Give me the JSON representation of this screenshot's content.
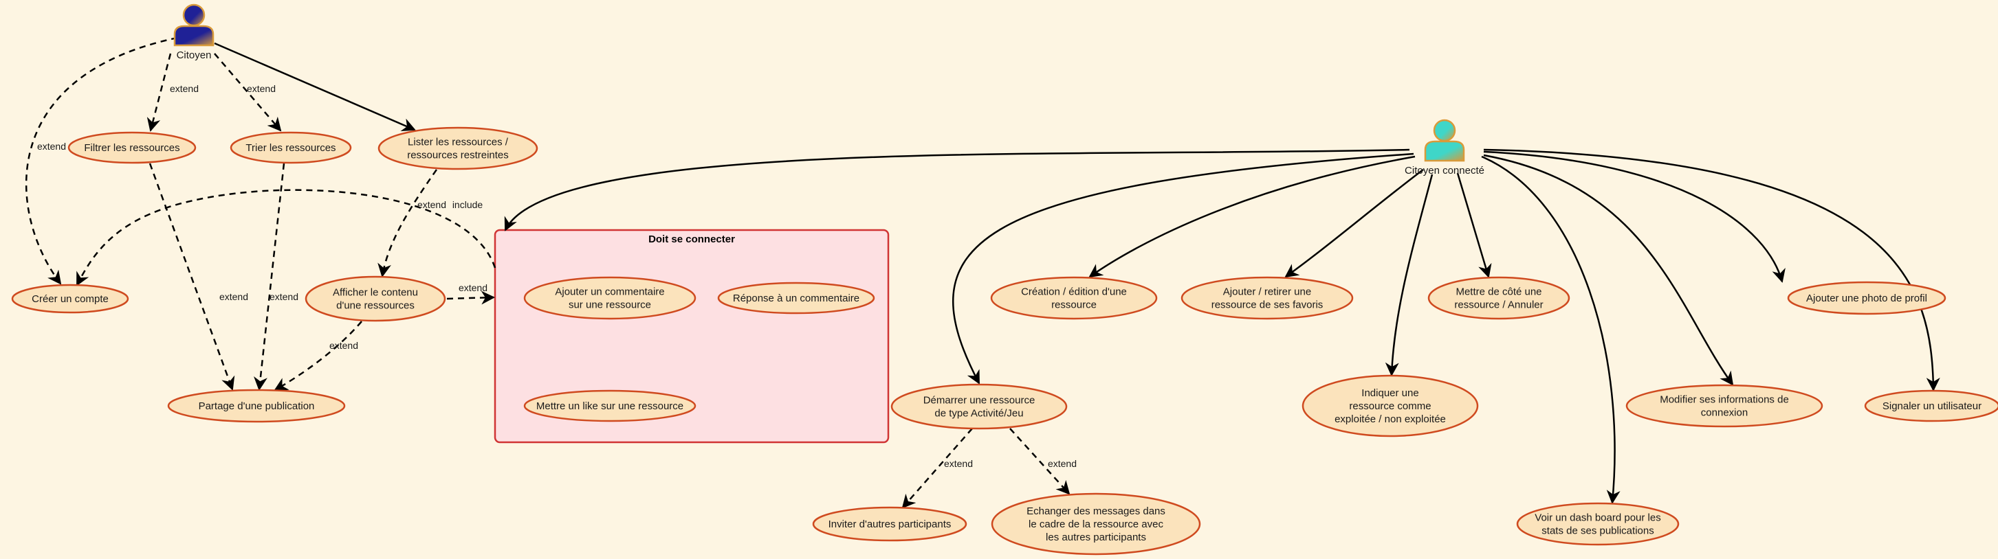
{
  "actors": [
    {
      "id": "citoyen",
      "label": "Citoyen",
      "icon": "person-icon",
      "body_color": "#1f2196",
      "accent_color": "#d89a3a"
    },
    {
      "id": "citoyen_connecte",
      "label": "Citoyen connecté",
      "icon": "person-icon",
      "body_color": "#3fd6c8",
      "accent_color": "#d89a3a"
    }
  ],
  "package": {
    "id": "doit_se_connecter",
    "title": "Doit se connecter",
    "fill": "#fde0e2",
    "stroke": "#d03434"
  },
  "usecase_style": {
    "fill": "#fbe3bc",
    "stroke": "#cf4a1f"
  },
  "usecases": [
    {
      "id": "filtrer",
      "lines": [
        "Filtrer les ressources"
      ]
    },
    {
      "id": "trier",
      "lines": [
        "Trier les ressources"
      ]
    },
    {
      "id": "lister",
      "lines": [
        "Lister les ressources /",
        "ressources restreintes"
      ]
    },
    {
      "id": "creer_compte",
      "lines": [
        "Créer un compte"
      ]
    },
    {
      "id": "afficher",
      "lines": [
        "Afficher le contenu",
        "d'une ressources"
      ]
    },
    {
      "id": "partage",
      "lines": [
        "Partage d'une publication"
      ]
    },
    {
      "id": "ajouter_commentaire",
      "lines": [
        "Ajouter un commentaire",
        "sur une ressource"
      ]
    },
    {
      "id": "reponse",
      "lines": [
        "Réponse à un commentaire"
      ]
    },
    {
      "id": "like",
      "lines": [
        "Mettre un like sur une ressource"
      ]
    },
    {
      "id": "demarrer",
      "lines": [
        "Démarrer une ressource",
        "de type Activité/Jeu"
      ]
    },
    {
      "id": "inviter",
      "lines": [
        "Inviter d'autres participants"
      ]
    },
    {
      "id": "echanger",
      "lines": [
        "Echanger des messages dans",
        "le cadre de la ressource avec",
        "les autres participants"
      ]
    },
    {
      "id": "creation",
      "lines": [
        "Création / édition d'une",
        "ressource"
      ]
    },
    {
      "id": "favoris",
      "lines": [
        "Ajouter / retirer une",
        "ressource de ses favoris"
      ]
    },
    {
      "id": "mettre_cote",
      "lines": [
        "Mettre de côté une",
        "ressource / Annuler"
      ]
    },
    {
      "id": "indiquer",
      "lines": [
        "Indiquer une",
        "ressource comme",
        "exploitée / non exploitée"
      ]
    },
    {
      "id": "dashboard",
      "lines": [
        "Voir un dash board pour les",
        "stats de ses publications"
      ]
    },
    {
      "id": "modifier",
      "lines": [
        "Modifier ses informations de",
        "connexion"
      ]
    },
    {
      "id": "photo",
      "lines": [
        "Ajouter une photo de profil"
      ]
    },
    {
      "id": "signaler",
      "lines": [
        "Signaler un utilisateur"
      ]
    }
  ],
  "relations": [
    {
      "from": "citoyen",
      "to": "filtrer",
      "style": "dashed",
      "label": "extend"
    },
    {
      "from": "citoyen",
      "to": "trier",
      "style": "dashed",
      "label": "extend"
    },
    {
      "from": "citoyen",
      "to": "creer_compte",
      "style": "dashed",
      "label": "extend"
    },
    {
      "from": "citoyen",
      "to": "lister",
      "style": "solid",
      "label": ""
    },
    {
      "from": "lister",
      "to": "afficher",
      "style": "dashed",
      "label": "extend"
    },
    {
      "from": "filtrer",
      "to": "partage",
      "style": "dashed",
      "label": "extend"
    },
    {
      "from": "trier",
      "to": "partage",
      "style": "dashed",
      "label": "extend"
    },
    {
      "from": "afficher",
      "to": "partage",
      "style": "dashed",
      "label": "extend"
    },
    {
      "from": "afficher",
      "to": "doit_se_connecter",
      "style": "dashed",
      "label": "extend"
    },
    {
      "from": "doit_se_connecter",
      "to": "creer_compte",
      "style": "dashed",
      "label": "include"
    },
    {
      "from": "citoyen_connecte",
      "to": "doit_se_connecter",
      "style": "solid",
      "label": ""
    },
    {
      "from": "citoyen_connecte",
      "to": "demarrer",
      "style": "solid",
      "label": ""
    },
    {
      "from": "citoyen_connecte",
      "to": "creation",
      "style": "solid",
      "label": ""
    },
    {
      "from": "citoyen_connecte",
      "to": "favoris",
      "style": "solid",
      "label": ""
    },
    {
      "from": "citoyen_connecte",
      "to": "mettre_cote",
      "style": "solid",
      "label": ""
    },
    {
      "from": "citoyen_connecte",
      "to": "indiquer",
      "style": "solid",
      "label": ""
    },
    {
      "from": "citoyen_connecte",
      "to": "dashboard",
      "style": "solid",
      "label": ""
    },
    {
      "from": "citoyen_connecte",
      "to": "modifier",
      "style": "solid",
      "label": ""
    },
    {
      "from": "citoyen_connecte",
      "to": "photo",
      "style": "solid",
      "label": ""
    },
    {
      "from": "citoyen_connecte",
      "to": "signaler",
      "style": "solid",
      "label": ""
    },
    {
      "from": "demarrer",
      "to": "inviter",
      "style": "dashed",
      "label": "extend"
    },
    {
      "from": "demarrer",
      "to": "echanger",
      "style": "dashed",
      "label": "extend"
    }
  ]
}
